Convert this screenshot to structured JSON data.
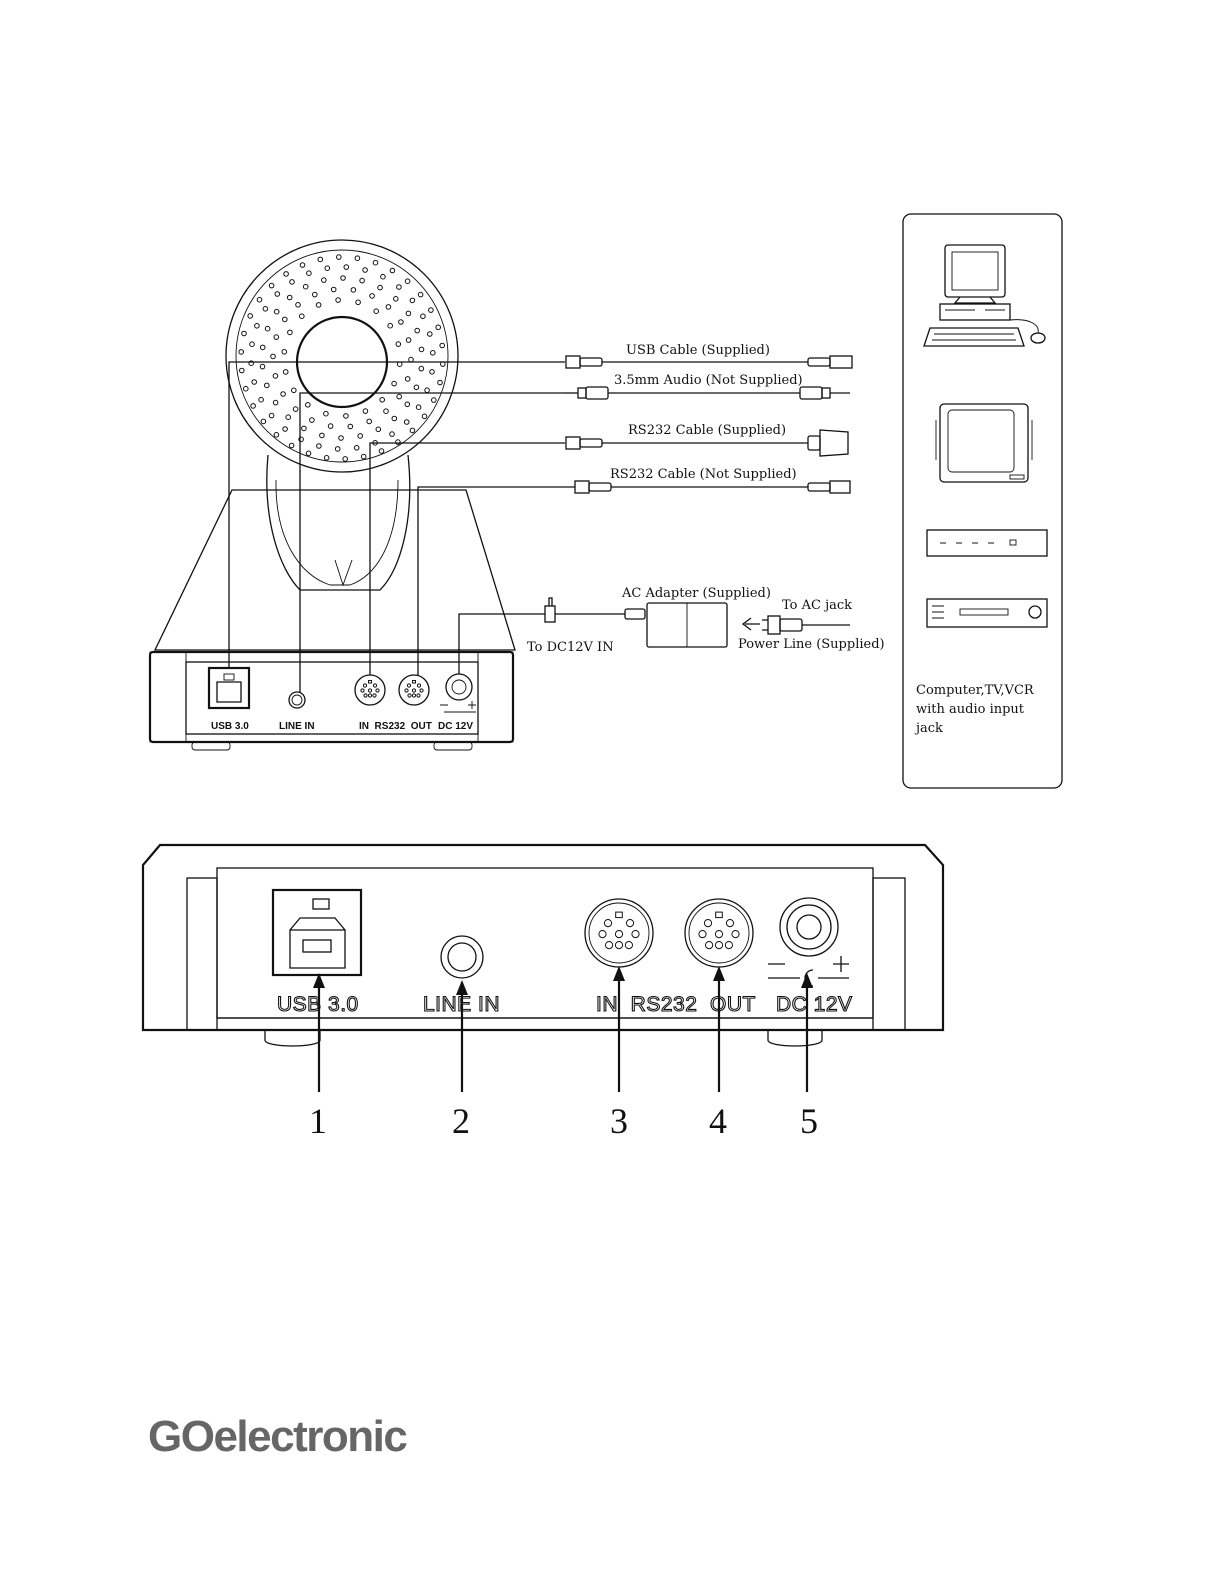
{
  "cables": {
    "usb": "USB Cable (Supplied)",
    "audio": "3.5mm Audio (Not Supplied)",
    "rs232_in": "RS232 Cable (Supplied)",
    "rs232_out": "RS232 Cable (Not Supplied)",
    "ac_adapter": "AC Adapter (Supplied)",
    "to_ac_jack": "To AC jack",
    "to_dc12v": "To DC12V IN",
    "power_line": "Power Line (Supplied)"
  },
  "devices_box": {
    "line1": "Computer,TV,VCR",
    "line2": "with audio input",
    "line3": "jack"
  },
  "ports": {
    "usb": "USB 3.0",
    "line_in": "LINE IN",
    "rs232": "IN  RS232  OUT",
    "dc": "DC 12V"
  },
  "ports_large": {
    "usb": "USB 3.0",
    "line_in": "LINE IN",
    "rs232": "IN  RS232  OUT",
    "dc": "DC 12V"
  },
  "callouts": [
    "1",
    "2",
    "3",
    "4",
    "5"
  ],
  "brand": "GOelectronic"
}
